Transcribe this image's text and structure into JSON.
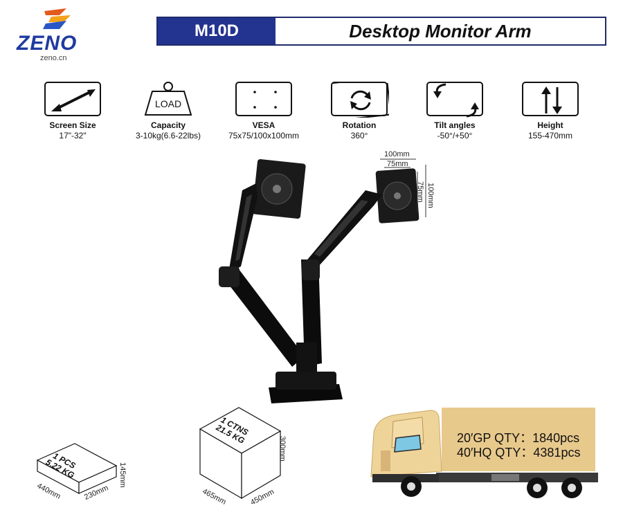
{
  "brand": {
    "name": "ZENO",
    "site": "zeno.cn"
  },
  "header": {
    "model": "M10D",
    "title": "Desktop Monitor Arm"
  },
  "specs": [
    {
      "icon": "diagonal-arrow-icon",
      "label": "Screen Size",
      "value": "17\"-32\""
    },
    {
      "icon": "weight-icon",
      "label": "Capacity",
      "value": "3-10kg(6.6-22lbs)",
      "icon_text": "LOAD"
    },
    {
      "icon": "vesa-holes-icon",
      "label": "VESA",
      "value": "75x75/100x100mm"
    },
    {
      "icon": "rotation-icon",
      "label": "Rotation",
      "value": "360°"
    },
    {
      "icon": "tilt-icon",
      "label": "Tilt angles",
      "value": "-50°/+50°"
    },
    {
      "icon": "height-arrows-icon",
      "label": "Height",
      "value": "155-470mm"
    }
  ],
  "vesa_dims": {
    "w100": "100mm",
    "w75": "75mm",
    "h100": "100mm",
    "h75": "75mm"
  },
  "single_box": {
    "line1": "1 PCS",
    "line2": "5.22 KG",
    "length": "440mm",
    "width": "230mm",
    "height": "145mm"
  },
  "carton": {
    "line1": "1 CTNS",
    "line2": "21.5 KG",
    "length": "465mm",
    "width": "450mm",
    "height": "300mm"
  },
  "shipping": {
    "gp20": "20′GP QTY：1840pcs",
    "hq40": "40′HQ QTY：4381pcs"
  }
}
